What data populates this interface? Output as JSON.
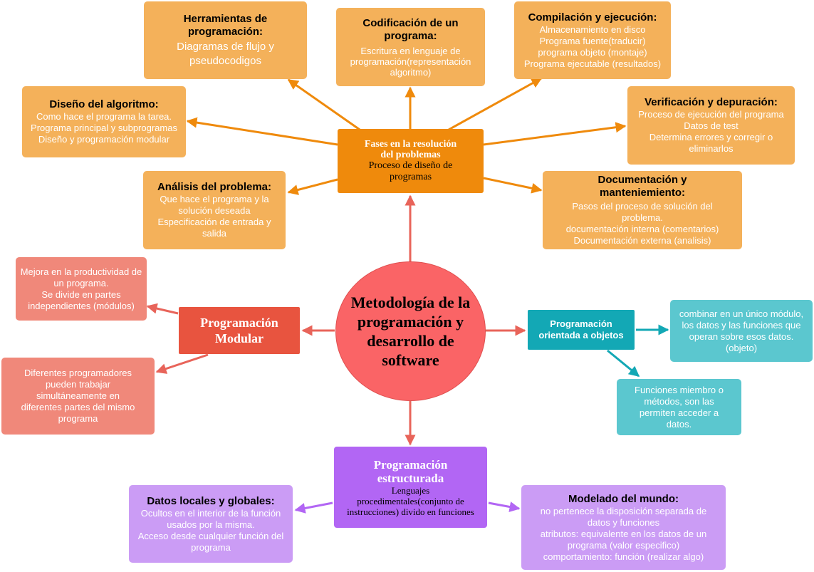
{
  "center": {
    "title": "Metodología de la programación y desarrollo de software"
  },
  "fases": {
    "title": "Fases en la resolución del problemas",
    "body": "Proceso de diseño de programas"
  },
  "herramientas": {
    "title": "Herramientas de programación:",
    "body": "Diagramas de flujo y pseudocodigos"
  },
  "codificacion": {
    "title": "Codificación de un programa:",
    "body": "Escritura en lenguaje de programación(representación algoritmo)"
  },
  "compilacion": {
    "title": "Compilación y ejecución:",
    "body": "Almacenamiento en disco\nPrograma fuente(traducir)\nprograma objeto (montaje)\nPrograma ejecutable (resultados)"
  },
  "diseno": {
    "title": "Diseño del algoritmo:",
    "body": "Como hace el programa la tarea.\nPrograma principal y subprogramas\nDiseño y programación modular"
  },
  "verificacion": {
    "title": "Verificación y depuración:",
    "body": "Proceso de ejecución del programa\nDatos de test\nDetermina errores y corregir o eliminarlos"
  },
  "analisis": {
    "title": "Análisis del problema:",
    "body": "Que hace el programa y la solución deseada\nEspecificación de entrada y salida"
  },
  "documentacion": {
    "title": "Documentación y manteniemiento:",
    "body": "Pasos del proceso de solución del problema.\ndocumentación interna (comentarios)\nDocumentación externa (analisis)"
  },
  "modular": {
    "title": "Programación Modular",
    "note1": "Mejora en la productividad de un programa.\nSe divide en partes independientes (módulos)",
    "note2": "Diferentes programadores pueden trabajar simultáneamente en diferentes partes del mismo programa"
  },
  "objetos": {
    "title": "Programación orientada a objetos",
    "note1": "combinar en un único módulo, los datos y las funciones que operan sobre esos datos.\n(objeto)",
    "note2": "Funciones miembro o métodos, son las permiten acceder a datos."
  },
  "estructurada": {
    "title": "Programación estructurada",
    "body": "Lenguajes procedimentales(conjunto de instrucciones) divido en funciones"
  },
  "datos": {
    "title": "Datos locales y globales:",
    "body": "Ocultos en el interior de la función usados por la misma.\nAcceso desde cualquier función del programa"
  },
  "modelado": {
    "title": "Modelado del mundo:",
    "body": "no pertenece la disposición separada de datos y funciones\natributos: equivalente en los datos de un programa (valor especifico)\ncomportamiento: función (realizar algo)"
  },
  "colors": {
    "orange_light": "#f4b15a",
    "orange_dark": "#ef8a0c",
    "red_center": "#fa6466",
    "red_modular": "#e8543f",
    "salmon": "#f0887a",
    "teal": "#13a8b5",
    "teal_light": "#5bc7cf",
    "purple": "#b266f4",
    "purple_light": "#cb9cf5"
  }
}
